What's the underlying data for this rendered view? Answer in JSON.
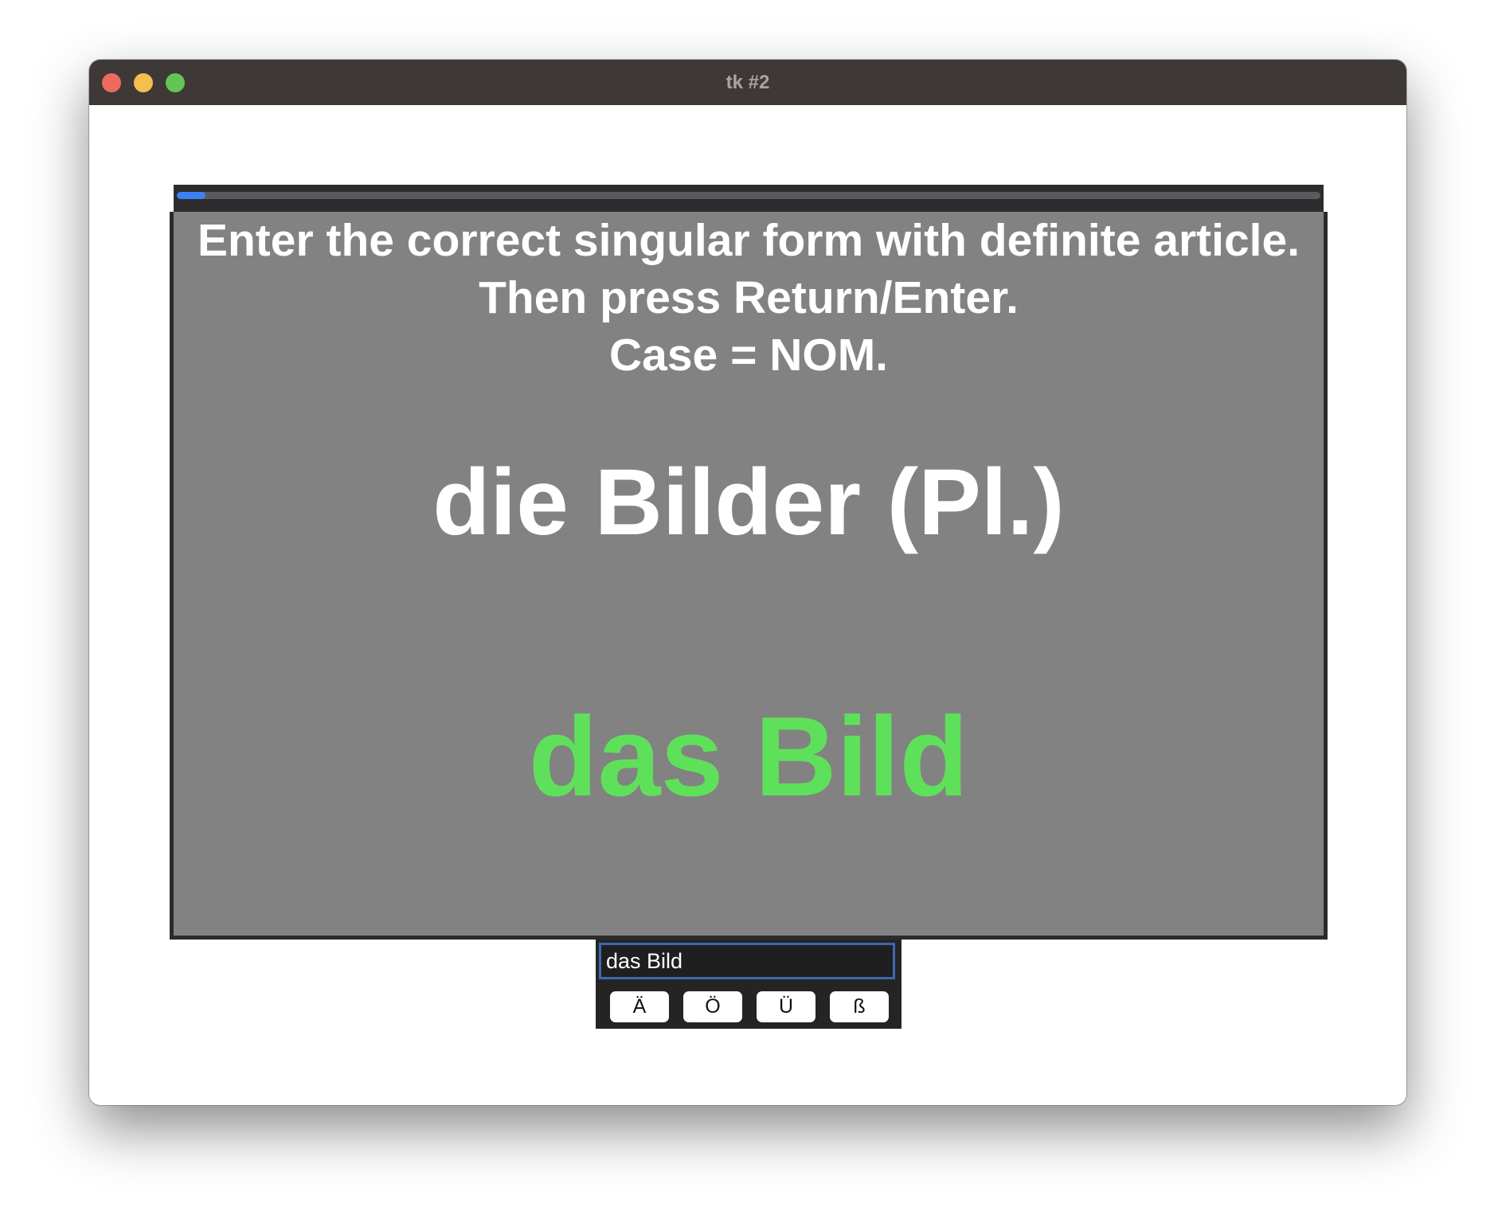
{
  "window": {
    "title": "tk #2"
  },
  "progress": {
    "fraction": 0.025,
    "color": "#3b82f6"
  },
  "card": {
    "instruction_lines": [
      "Enter the correct singular form with definite article.",
      "Then press Return/Enter.",
      "Case = NOM."
    ],
    "prompt": "die Bilder (Pl.)",
    "answer": "das Bild",
    "answer_color": "#5fe05a",
    "background_color": "#828282"
  },
  "input": {
    "value": "das Bild"
  },
  "special_keys": [
    "Ä",
    "Ö",
    "Ü",
    "ß"
  ]
}
